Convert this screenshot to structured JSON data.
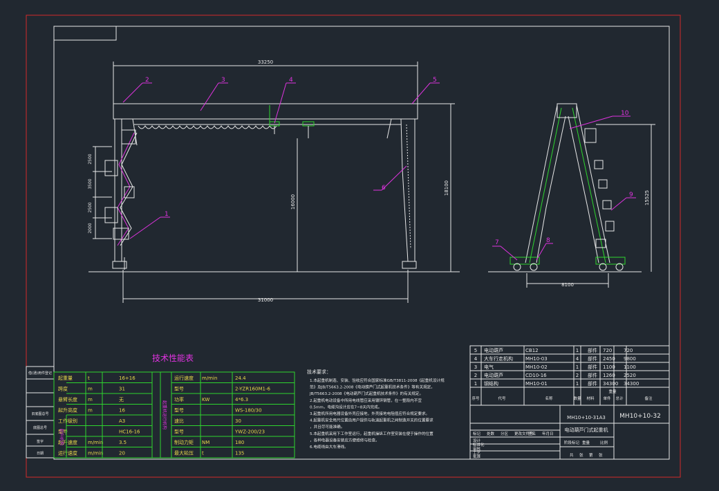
{
  "front_view": {
    "top_dim": "33250",
    "bottom_dim": "31000",
    "height_dim_inner": "16000",
    "height_dim_outer": "18100",
    "ladder_dims": [
      "2500",
      "3500",
      "2500",
      "2000"
    ],
    "balloons": [
      "1",
      "2",
      "3",
      "4",
      "5",
      "6"
    ]
  },
  "side_view": {
    "height_dim": "15525",
    "width_dim": "8100",
    "balloons": [
      "7",
      "8",
      "9",
      "10"
    ]
  },
  "spec_table": {
    "title": "技术性能表",
    "rows": [
      {
        "name": "起重量",
        "unit": "t",
        "value": "16+16"
      },
      {
        "name": "跨度",
        "unit": "m",
        "value": "31"
      },
      {
        "name": "悬臂长度",
        "unit": "m",
        "value": "无"
      },
      {
        "name": "起升高度",
        "unit": "m",
        "value": "16"
      },
      {
        "name": "工作级别",
        "unit": "",
        "value": "A3"
      },
      {
        "name": "型号",
        "unit": "",
        "value": "HC16-16"
      },
      {
        "name": "起升速度",
        "unit": "m/min",
        "value": "3.5"
      },
      {
        "name": "运行速度",
        "unit": "m/min",
        "value": "20"
      }
    ],
    "group_label": "起升机构",
    "right_group_label": "起重机运行机构",
    "right_rows": [
      {
        "name": "运行速度",
        "unit": "m/min",
        "value": "24.4"
      },
      {
        "name": "型号",
        "unit": "",
        "value": "2-YZR160M1-6"
      },
      {
        "name": "功率",
        "unit": "KW",
        "value": "4*6.3"
      },
      {
        "name": "型号",
        "unit": "",
        "value": "WS-180/30"
      },
      {
        "name": "速比",
        "unit": "",
        "value": "30"
      },
      {
        "name": "型号",
        "unit": "",
        "value": "YWZ-200/23"
      },
      {
        "name": "制动力矩",
        "unit": "NM",
        "value": "180"
      },
      {
        "name": "最大轮压",
        "unit": "t",
        "value": "135"
      }
    ]
  },
  "left_strip": [
    "借(通)用件登记",
    "旧底图总号",
    "底图总号",
    "签字",
    "日期"
  ],
  "notes": {
    "title": "技术要求：",
    "lines": [
      "1.本起重机制造、安装、验收应符合国家标准GB/T3811-2008《起重机设计规",
      "范》及JB/T5663.2-2008《电动葫芦门式起重机技术条件》等有关规定。",
      "JB/T5663.2-2008《电动葫芦门式起重机技术条件》的有关规定。",
      "2.起重机电动设备中所用电线管应采用镀锌钢管，在一整段内不宜",
      "  0.5mm，电缆沟设计应在7~8天内完成。",
      "3.起重机所用电器设备外壳应接地，外壳接地电阻值应符合规定要求。",
      "4.起重机安全用尺位置由用户提供与轨道起重机之间制造开关的位置要求",
      "  ，并且尽可能准确。",
      "5.本起重机采用下工作室运行，起重机操纵工作室安装在便于操作的位置",
      "  ，各种电器设备安装应方便维修与检查。",
      "6.电缆线由大车滑线。"
    ]
  },
  "parts_list": [
    {
      "no": "5",
      "name": "电动葫芦",
      "code": "CB12",
      "qty": "1",
      "material": "部件",
      "w1": "720",
      "w2": "720"
    },
    {
      "no": "4",
      "name": "大车行走机构",
      "code": "MH10-03",
      "qty": "4",
      "material": "部件",
      "w1": "2450",
      "w2": "9800"
    },
    {
      "no": "3",
      "name": "电气",
      "code": "MH10-02",
      "qty": "1",
      "material": "部件",
      "w1": "1100",
      "w2": "1100"
    },
    {
      "no": "2",
      "name": "电动葫芦",
      "code": "CD10-16",
      "qty": "2",
      "material": "部件",
      "w1": "1260",
      "w2": "2520"
    },
    {
      "no": "1",
      "name": "钢结构",
      "code": "MH10-01",
      "qty": "1",
      "material": "部件",
      "w1": "34300",
      "w2": "34300"
    }
  ],
  "parts_header": [
    "序号",
    "代号",
    "名称",
    "数量",
    "材料",
    "单件",
    "总计",
    "重量",
    "备注"
  ],
  "title_block": {
    "drawing_code_left": "MH10+10-31A3",
    "drawing_code": "MH10+10-32",
    "title": "电动葫芦门式起重机",
    "rev_labels": [
      "标记",
      "处数",
      "分区",
      "更改文件号",
      "签名",
      "年月日"
    ],
    "stage_labels": [
      "阶段标记",
      "重量",
      "比例"
    ],
    "sheet_labels": [
      "共",
      "张",
      "第",
      "张"
    ],
    "role_labels": [
      "设计",
      "标准化",
      "审核",
      "工艺",
      "批准"
    ]
  }
}
